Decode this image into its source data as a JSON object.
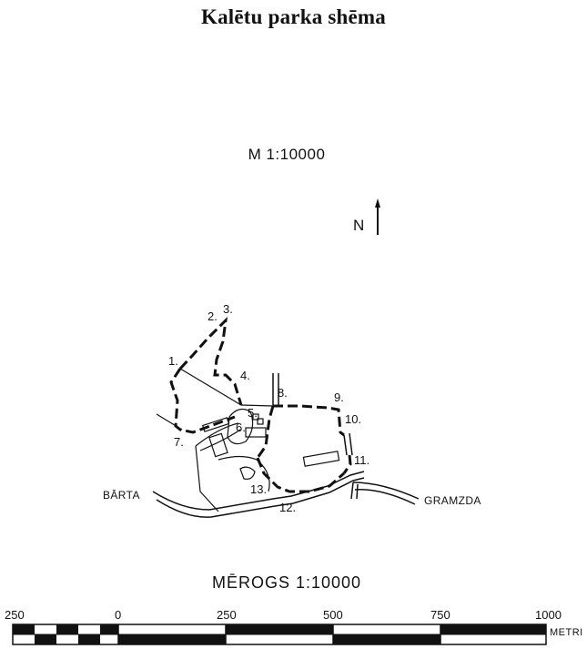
{
  "title": "Kalētu parka shēma",
  "scale_top": "M 1:10000",
  "north_label": "N",
  "scale_bottom": "MĒROGS 1:10000",
  "scale_bar": {
    "ticks": [
      "250",
      "0",
      "250",
      "500",
      "750",
      "1000"
    ],
    "unit": "METRI"
  },
  "points": [
    "1.",
    "2.",
    "3.",
    "4.",
    "5.",
    "6.",
    "7.",
    "8.",
    "9.",
    "10.",
    "11.",
    "12.",
    "13."
  ],
  "streets": {
    "west": "BĀRTA",
    "east": "GRAMZDA"
  }
}
